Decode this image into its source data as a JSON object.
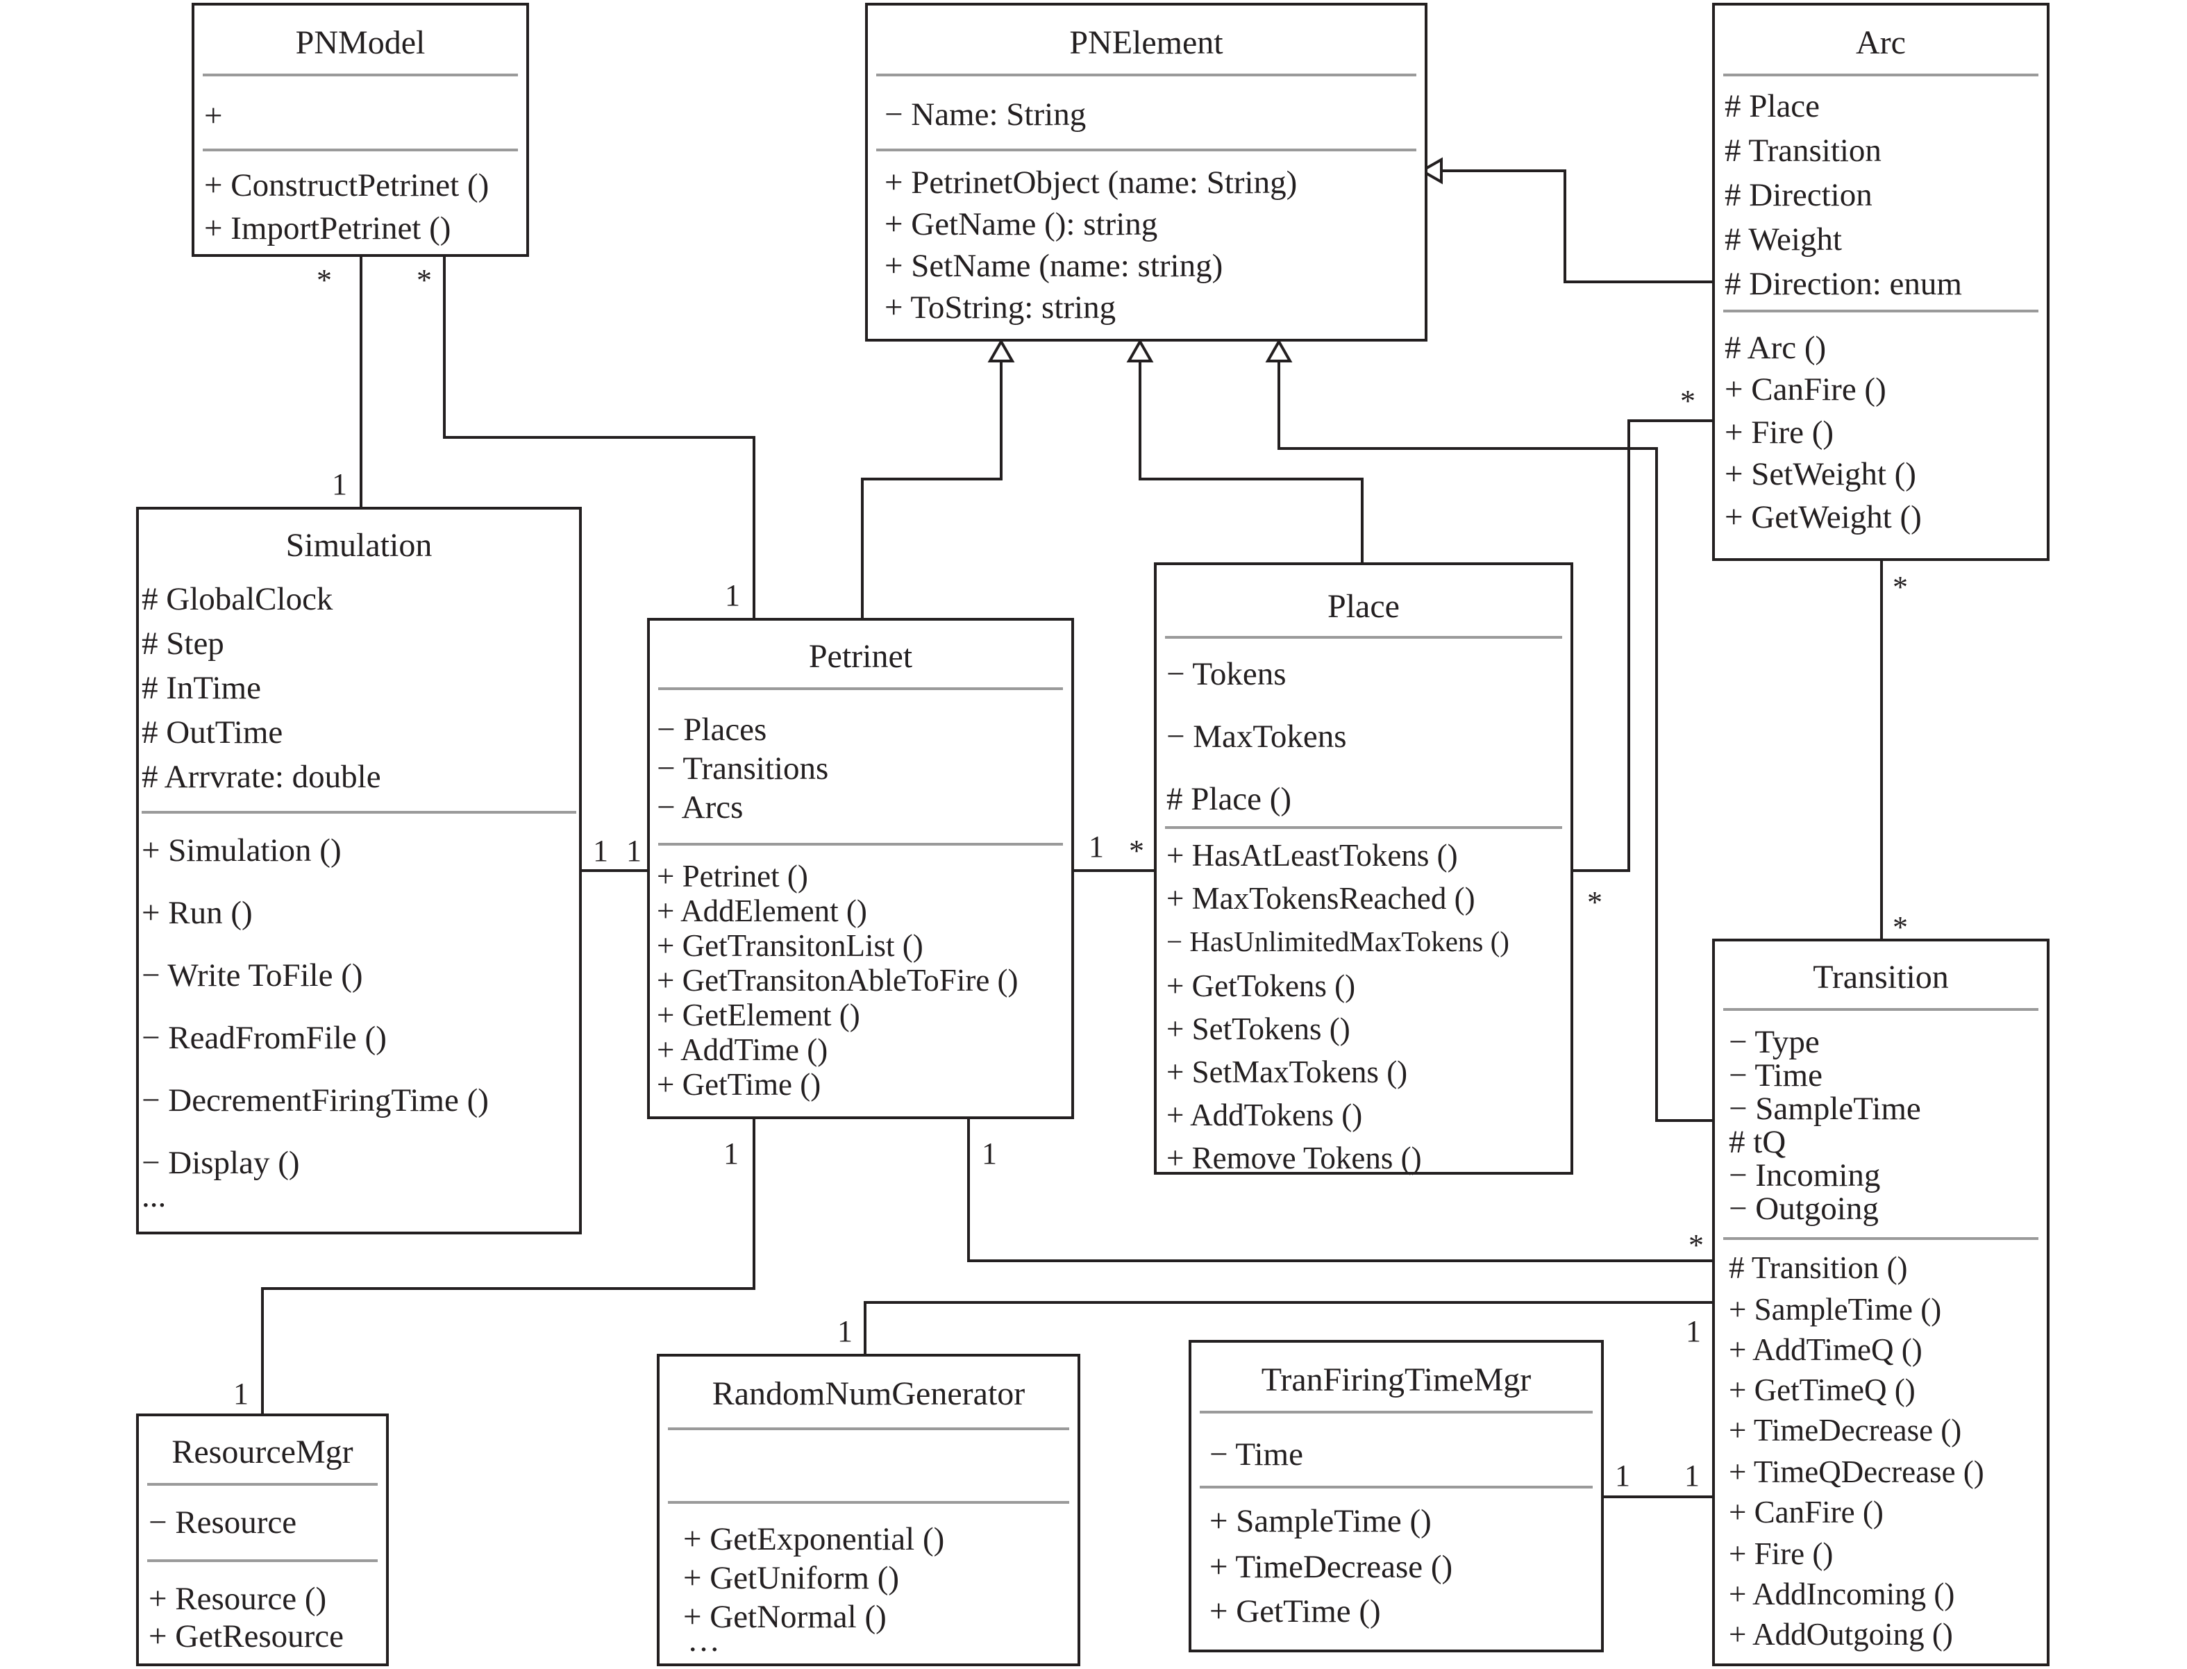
{
  "classes": {
    "pnmodel": {
      "name": "PNModel",
      "attributes": [
        "+"
      ],
      "operations": [
        "+ ConstructPetrinet ()",
        "+ ImportPetrinet ()"
      ]
    },
    "pnelement": {
      "name": "PNElement",
      "attributes": [
        "− Name: String"
      ],
      "operations": [
        "+ PetrinetObject (name: String)",
        "+ GetName (): string",
        "+ SetName (name: string)",
        "+ ToString: string"
      ]
    },
    "arc": {
      "name": "Arc",
      "attributes": [
        "# Place",
        "# Transition",
        "# Direction",
        "# Weight",
        "# Direction: enum"
      ],
      "operations": [
        "# Arc ()",
        "+ CanFire ()",
        "+ Fire ()",
        "+ SetWeight ()",
        "+ GetWeight ()"
      ]
    },
    "simulation": {
      "name": "Simulation",
      "attributes": [
        "# GlobalClock",
        "# Step",
        "# InTime",
        "# OutTime",
        "# Arrvrate: double"
      ],
      "operations": [
        "+ Simulation ()",
        "+ Run ()",
        "− Write ToFile ()",
        "− ReadFromFile ()",
        "− DecrementFiringTime ()",
        "− Display ()",
        "..."
      ]
    },
    "petrinet": {
      "name": "Petrinet",
      "attributes": [
        "− Places",
        "− Transitions",
        "− Arcs"
      ],
      "operations": [
        "+ Petrinet ()",
        "+ AddElement ()",
        "+ GetTransitonList ()",
        "+ GetTransitonAbleToFire ()",
        "+ GetElement ()",
        "+ AddTime ()",
        "+ GetTime ()"
      ]
    },
    "place": {
      "name": "Place",
      "attributes": [
        "− Tokens",
        "− MaxTokens",
        "# Place ()"
      ],
      "operations": [
        "+ HasAtLeastTokens ()",
        "+ MaxTokensReached ()",
        "− HasUnlimitedMaxTokens ()",
        "+ GetTokens ()",
        "+ SetTokens ()",
        "+ SetMaxTokens ()",
        "+ AddTokens ()",
        "+ Remove Tokens ()"
      ]
    },
    "transition": {
      "name": "Transition",
      "attributes": [
        "− Type",
        "− Time",
        "− SampleTime",
        "# tQ",
        "− Incoming",
        "− Outgoing"
      ],
      "operations": [
        "# Transition ()",
        "+ SampleTime ()",
        "+ AddTimeQ ()",
        "+ GetTimeQ ()",
        "+ TimeDecrease ()",
        "+ TimeQDecrease ()",
        "+ CanFire ()",
        "+ Fire ()",
        "+ AddIncoming ()",
        "+ AddOutgoing ()"
      ]
    },
    "resourcemgr": {
      "name": "ResourceMgr",
      "attributes": [
        "− Resource"
      ],
      "operations": [
        "+ Resource ()",
        "+ GetResource"
      ]
    },
    "randomnumgenerator": {
      "name": "RandomNumGenerator",
      "attributes": [],
      "operations": [
        "+ GetExponential ()",
        "+ GetUniform ()",
        "+ GetNormal ()",
        "…"
      ]
    },
    "tranfiringtimemgr": {
      "name": "TranFiringTimeMgr",
      "attributes": [
        "− Time"
      ],
      "operations": [
        "+ SampleTime ()",
        "+ TimeDecrease ()",
        "+ GetTime ()"
      ]
    }
  },
  "multiplicities": {
    "pnmodel_sim_top": "*",
    "pnmodel_petri_top": "*",
    "pnmodel_sim_bottom": "1",
    "pnmodel_petri_bottom": "1",
    "sim_petri_left": "1",
    "sim_petri_right": "1",
    "petri_place_left": "1",
    "petri_place_right": "*",
    "petri_resource_top": "1",
    "petri_resource_bottom": "1",
    "petri_transition_left": "1",
    "petri_transition_right": "*",
    "place_arc_top": "*",
    "place_arc_bottom": "*",
    "arc_transition_top": "*",
    "arc_transition_bottom": "*",
    "transition_random_left": "1",
    "transition_random_right": "1",
    "firing_transition_left": "1",
    "firing_transition_right": "1"
  }
}
